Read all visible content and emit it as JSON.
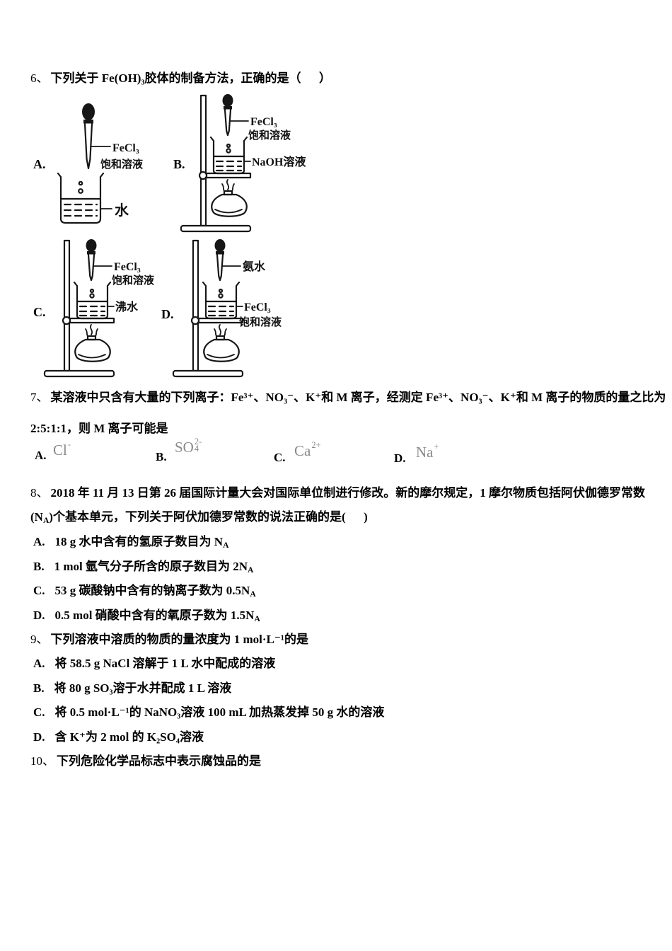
{
  "q6": {
    "number": "6、",
    "text": "下列关于 Fe(OH)₃胶体的制备方法，正确的是（      ）",
    "diagrams": {
      "a": {
        "letter": "A.",
        "dropper_line1": "FeCl₃",
        "dropper_line2": "饱和溶液",
        "beaker_line1": "水",
        "beaker_line2": ""
      },
      "b": {
        "letter": "B.",
        "dropper_line1": "FeCl₃",
        "dropper_line2": "饱和溶液",
        "beaker_line1": "NaOH溶液",
        "beaker_line2": ""
      },
      "c": {
        "letter": "C.",
        "dropper_line1": "FeCl₃",
        "dropper_line2": "饱和溶液",
        "beaker_line1": "沸水",
        "beaker_line2": ""
      },
      "d": {
        "letter": "D.",
        "dropper_line1": "氨水",
        "dropper_line2": "",
        "beaker_line1": "FeCl₃",
        "beaker_line2": "饱和溶液"
      }
    }
  },
  "q7": {
    "number": "7、",
    "line1": "某溶液中只含有大量的下列离子：Fe³⁺、NO₃⁻、K⁺和 M 离子，经测定 Fe³⁺、NO₃⁻、K⁺和 M 离子的物质的量之比为",
    "line2": "2:5:1:1，则 M 离子可能是",
    "options": [
      {
        "letter": "A.",
        "base": "Cl",
        "sup": "-",
        "sub": ""
      },
      {
        "letter": "B.",
        "base": "SO",
        "sup": "2-",
        "sub": "4"
      },
      {
        "letter": "C.",
        "base": "Ca",
        "sup": "2+",
        "sub": ""
      },
      {
        "letter": "D.",
        "base": "Na",
        "sup": "+",
        "sub": ""
      }
    ]
  },
  "q8": {
    "number": "8、",
    "line1": "2018 年 11 月 13 日第 26 届国际计量大会对国际单位制进行修改。新的摩尔规定，1 摩尔物质包括阿伏伽德罗常数",
    "line2": "(N~A~)个基本单元，下列关于阿伏加德罗常数的说法正确的是(      )",
    "options": [
      {
        "letter": "A.",
        "text": "18 g 水中含有的氢原子数目为 N~A~"
      },
      {
        "letter": "B.",
        "text": "1 mol 氩气分子所含的原子数目为 2N~A~"
      },
      {
        "letter": "C.",
        "text": "53 g 碳酸钠中含有的钠离子数为 0.5N~A~"
      },
      {
        "letter": "D.",
        "text": "0.5 mol 硝酸中含有的氧原子数为 1.5N~A~"
      }
    ]
  },
  "q9": {
    "number": "9、",
    "text": "下列溶液中溶质的物质的量浓度为 1 mol·L⁻¹的是",
    "options": [
      {
        "letter": "A.",
        "text": "将 58.5 g NaCl 溶解于 1 L 水中配成的溶液"
      },
      {
        "letter": "B.",
        "text": "将 80 g SO₃溶于水并配成 1 L 溶液"
      },
      {
        "letter": "C.",
        "text": "将 0.5 mol·L⁻¹的 NaNO₃溶液 100 mL 加热蒸发掉 50 g 水的溶液"
      },
      {
        "letter": "D.",
        "text": "含 K⁺为 2 mol 的 K₂SO₄溶液"
      }
    ]
  },
  "q10": {
    "number": "10、",
    "text": "下列危险化学品标志中表示腐蚀品的是"
  }
}
